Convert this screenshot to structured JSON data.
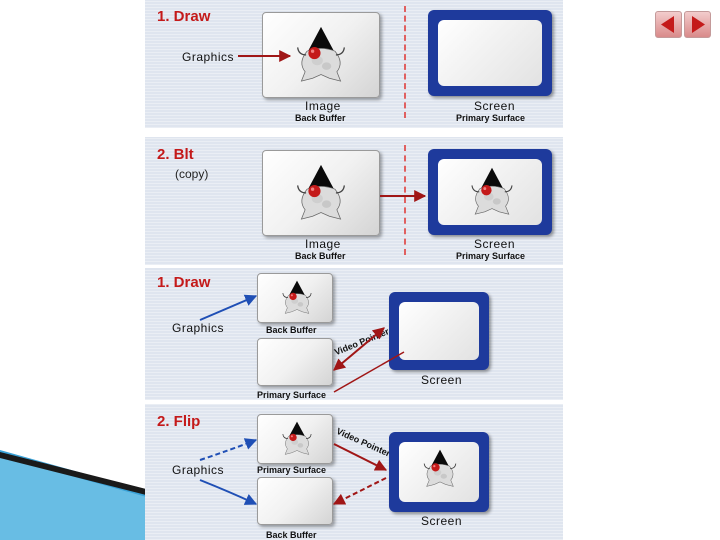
{
  "panels": [
    {
      "title": "1. Draw",
      "graphics": "Graphics",
      "image_label": "Image",
      "back_buffer": "Back Buffer",
      "screen_label": "Screen",
      "primary_surface": "Primary Surface"
    },
    {
      "title": "2. Blt",
      "copy": "(copy)",
      "image_label": "Image",
      "back_buffer": "Back Buffer",
      "screen_label": "Screen",
      "primary_surface": "Primary Surface"
    },
    {
      "title": "1. Draw",
      "graphics": "Graphics",
      "back_buffer": "Back Buffer",
      "video_pointer": "Video Pointer",
      "primary_surface": "Primary Surface",
      "screen_label": "Screen"
    },
    {
      "title": "2. Flip",
      "graphics": "Graphics",
      "video_pointer": "Video Pointer",
      "primary_surface": "Primary Surface",
      "back_buffer": "Back Buffer",
      "screen_label": "Screen"
    }
  ],
  "nav": {
    "prev_icon": "triangle-left-icon",
    "next_icon": "triangle-right-icon"
  },
  "colors": {
    "title": "#c41a1a",
    "arrow_red": "#a01616",
    "arrow_blue": "#1f4fb5",
    "screen_frame": "#1e3a9c",
    "divider": "#e06060"
  }
}
